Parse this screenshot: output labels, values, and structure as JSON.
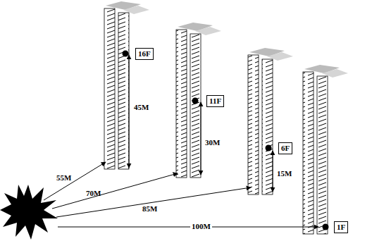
{
  "diagram": {
    "nodes": [
      {
        "text": [
          "16F"
        ]
      },
      {
        "text": [
          "11F"
        ]
      },
      {
        "text": [
          "6F"
        ]
      },
      {
        "text": [
          "1F"
        ]
      }
    ],
    "labels": [
      "55M",
      "45M",
      "70M",
      "30M",
      "85M",
      "15M",
      "100M"
    ]
  }
}
